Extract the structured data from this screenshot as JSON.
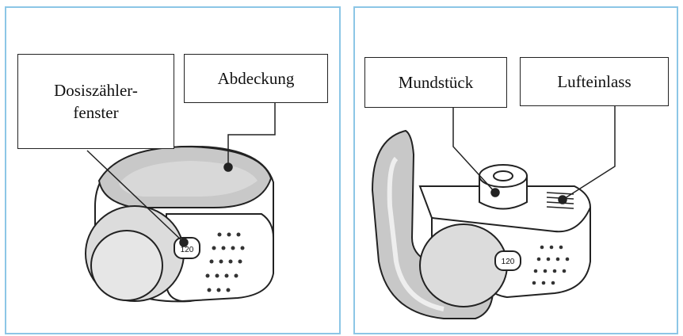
{
  "labels": {
    "dose_counter_window": "Dosiszähler-\nfenster",
    "cover": "Abdeckung",
    "mouthpiece": "Mundstück",
    "air_inlet": "Lufteinlass"
  },
  "counter_values": {
    "left": "120",
    "right": "120"
  },
  "colors": {
    "panel_border": "#8cc6e6",
    "device_shade": "#c8c8c8",
    "outline": "#222222"
  }
}
